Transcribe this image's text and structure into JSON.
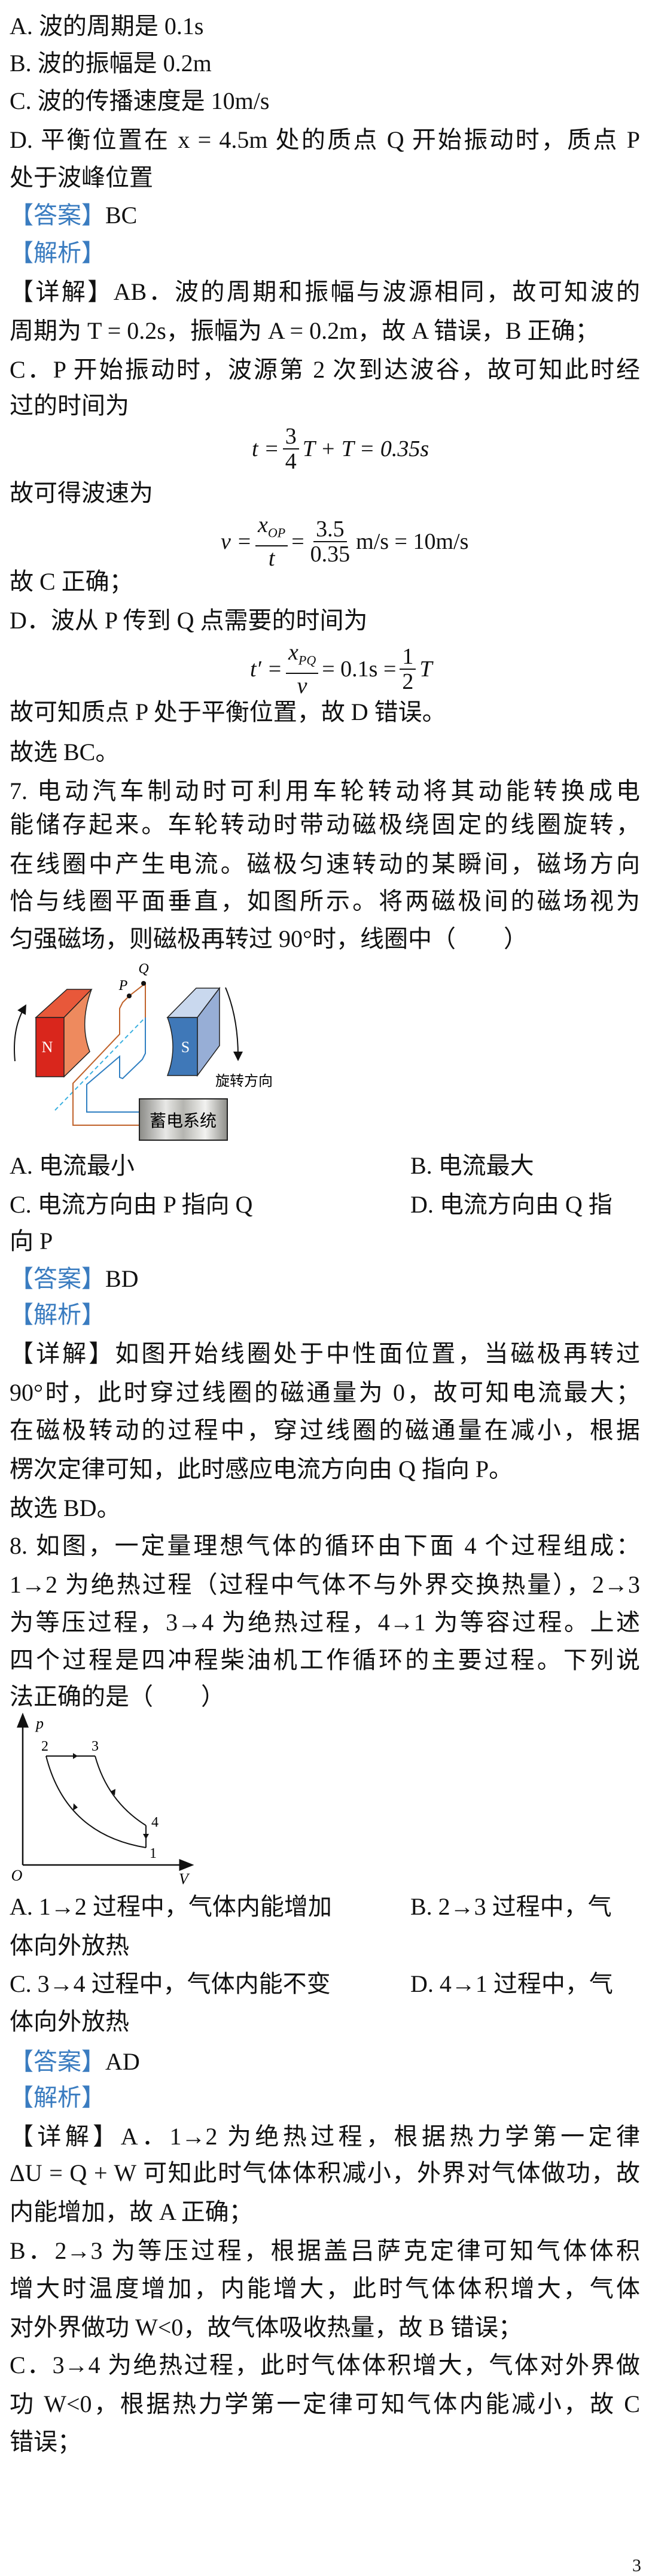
{
  "q6": {
    "options": [
      "A. 波的周期是 0.1s",
      "B. 波的振幅是 0.2m",
      "C. 波的传播速度是 10m/s",
      "D. 平衡位置在 x = 4.5m 处的质点 Q 开始振动时，质点 P",
      "处于波峰位置"
    ],
    "answer_label": "【答案】",
    "answer": "BC",
    "analysis_label": "【解析】",
    "lines1": [
      "【详解】AB．波的周期和振幅与波源相同，故可知波的",
      "周期为 T = 0.2s，振幅为 A = 0.2m，故 A 错误，B 正确；",
      "C．P 开始振动时，波源第 2 次到达波谷，故可知此时经",
      "过的时间为"
    ],
    "formula1": {
      "lhs": "t =",
      "num": "3",
      "den": "4",
      "rhs": "T + T = 0.35s"
    },
    "line2": "故可得波速为",
    "formula2": {
      "lhs": "v =",
      "num1": "x",
      "sub1": "OP",
      "den1": "t",
      "eq": "=",
      "num2": "3.5",
      "den2": "0.35",
      "rhs": "m/s = 10m/s"
    },
    "lines3": [
      "故 C 正确；",
      "D．波从 P 传到 Q 点需要的时间为"
    ],
    "formula3": {
      "lhs": "t′ =",
      "num1": "x",
      "sub1": "PQ",
      "den1": "v",
      "eq": "= 0.1s =",
      "num2": "1",
      "den2": "2",
      "rhs": "T"
    },
    "lines4": [
      "故可知质点 P 处于平衡位置，故 D 错误。",
      "故选 BC。"
    ]
  },
  "q7": {
    "stem": [
      "7. 电动汽车制动时可利用车轮转动将其动能转换成电",
      "能储存起来。车轮转动时带动磁极绕固定的线圈旋转，",
      "在线圈中产生电流。磁极匀速转动的某瞬间，磁场方向",
      "恰与线圈平面垂直，如图所示。将两磁极间的磁场视为",
      "匀强磁场，则磁极再转过 90°时，线圈中（　　）"
    ],
    "figure": {
      "n": "N",
      "s": "S",
      "p": "P",
      "q": "Q",
      "rotation": "旋转方向",
      "storage": "蓄电系统"
    },
    "options": {
      "a": "A. 电流最小",
      "b": "B. 电流最大",
      "c": "C. 电流方向由 P 指向 Q",
      "d": "D. 电流方向由 Q 指",
      "d2": "向 P"
    },
    "answer_label": "【答案】",
    "answer": "BD",
    "analysis_label": "【解析】",
    "explain": [
      "【详解】如图开始线圈处于中性面位置，当磁极再转过",
      "90°时，此时穿过线圈的磁通量为 0，故可知电流最大；",
      "在磁极转动的过程中，穿过线圈的磁通量在减小，根据",
      "楞次定律可知，此时感应电流方向由 Q 指向 P。",
      "故选 BD。"
    ]
  },
  "q8": {
    "stem": [
      "8. 如图，一定量理想气体的循环由下面 4 个过程组成：",
      "1→2 为绝热过程（过程中气体不与外界交换热量），2→3",
      "为等压过程，3→4 为绝热过程，4→1 为等容过程。上述",
      "四个过程是四冲程柴油机工作循环的主要过程。下列说",
      "法正确的是（　　）"
    ],
    "graph": {
      "y_axis": "p",
      "x_axis": "V",
      "origin": "O",
      "points": [
        "1",
        "2",
        "3",
        "4"
      ]
    },
    "options": {
      "a": "A. 1→2 过程中，气体内能增加",
      "b": "B. 2→3 过程中，气",
      "b2": "体向外放热",
      "c": "C. 3→4 过程中，气体内能不变",
      "d": "D. 4→1 过程中，气",
      "d2": "体向外放热"
    },
    "answer_label": "【答案】",
    "answer": "AD",
    "analysis_label": "【解析】",
    "explain": [
      "【详解】A．1→2 为绝热过程，根据热力学第一定律",
      "ΔU = Q + W 可知此时气体体积减小，外界对气体做功，故",
      "内能增加，故 A 正确；",
      "B．2→3 为等压过程，根据盖吕萨克定律可知气体体积",
      "增大时温度增加，内能增大，此时气体体积增大，气体",
      "对外界做功 W<0，故气体吸收热量，故 B 错误；",
      "C．3→4 为绝热过程，此时气体体积增大，气体对外界做",
      "功 W<0，根据热力学第一定律可知气体内能减小，故 C",
      "错误；"
    ]
  },
  "page_number": "3",
  "colors": {
    "label_blue": "#3a7cc0",
    "north": "#d9261c",
    "south": "#3f78b8",
    "coil_orange": "#c0622a",
    "coil_blue": "#2f7fc2"
  }
}
